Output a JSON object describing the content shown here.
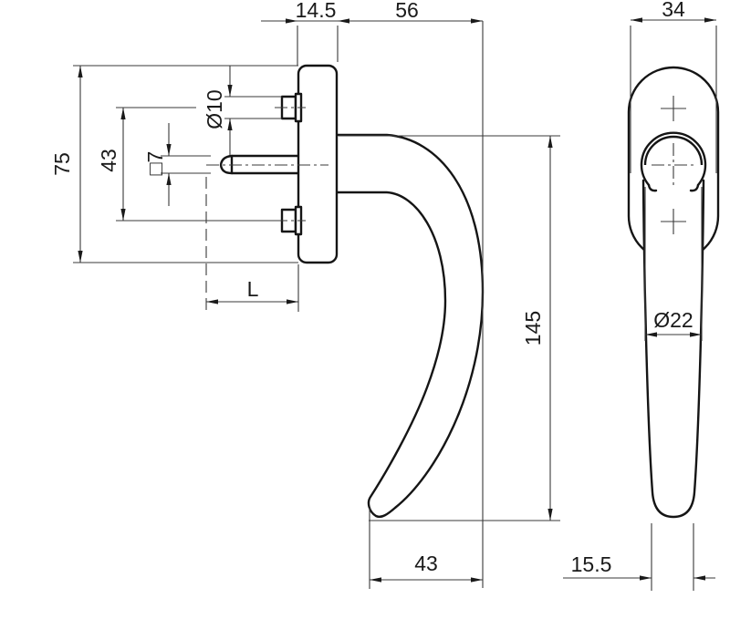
{
  "drawing": {
    "colors": {
      "line": "#1a1a1a",
      "background": "#ffffff"
    }
  },
  "dims": {
    "plate_thickness": "14.5",
    "projection": "56",
    "front_width": "34",
    "plate_height": "75",
    "hole_spacing": "43",
    "screw_dia": "Ø10",
    "square_spindle": "□7",
    "spindle_length": "L",
    "handle_length": "145",
    "reach": "43",
    "grip_dia": "Ø22",
    "grip_end": "15.5"
  }
}
